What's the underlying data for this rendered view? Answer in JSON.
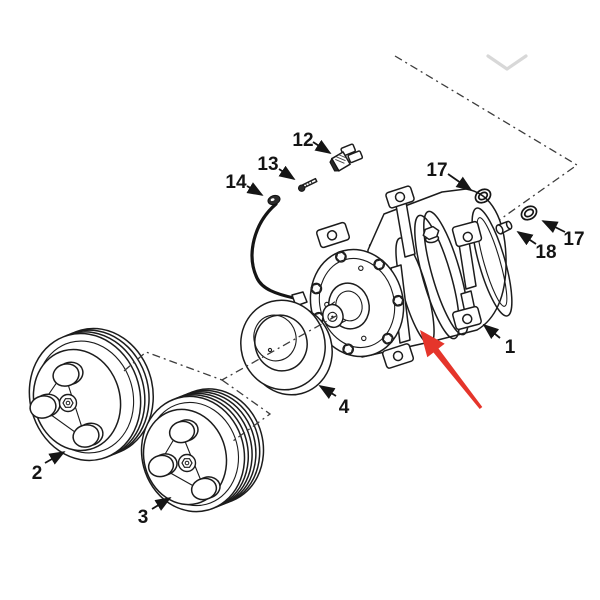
{
  "diagram": {
    "type": "exploded-parts-diagram",
    "subject": "compressor-clutch-pulley-assembly",
    "callouts": [
      {
        "number": "1",
        "target": "compressor-assembly"
      },
      {
        "number": "2",
        "target": "double-groove-pulley"
      },
      {
        "number": "3",
        "target": "multi-groove-pulley"
      },
      {
        "number": "4",
        "target": "clutch-field-coil"
      },
      {
        "number": "12",
        "target": "electrical-connector"
      },
      {
        "number": "13",
        "target": "screw"
      },
      {
        "number": "14",
        "target": "coil-lead-terminal"
      },
      {
        "number": "17",
        "target": "o-ring-front"
      },
      {
        "number": "17",
        "target": "o-ring-rear"
      },
      {
        "number": "18",
        "target": "port-plug"
      }
    ],
    "colors": {
      "line": "#1c1c1c",
      "highlight_arrow": "#e5352b",
      "chevron": "#d8d8d8",
      "background": "#ffffff"
    }
  }
}
